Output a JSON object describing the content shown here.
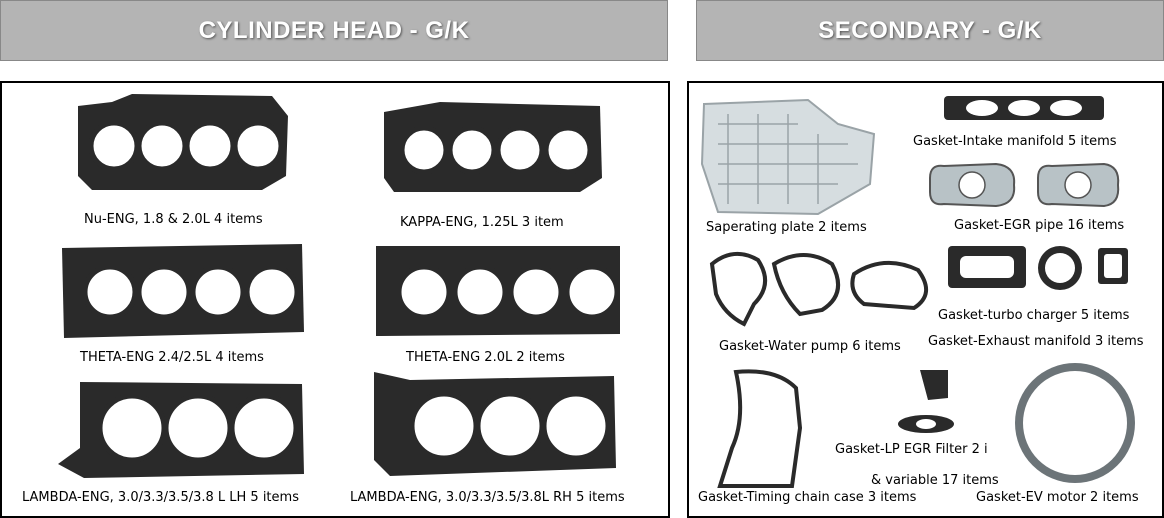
{
  "headers": {
    "left": "CYLINDER HEAD - G/K",
    "right": "SECONDARY - G/K"
  },
  "cylinder_head": [
    {
      "caption": "Nu-ENG,  1.8 & 2.0L  4 items",
      "bores": 4
    },
    {
      "caption": "KAPPA-ENG,  1.25L  3 item",
      "bores": 4
    },
    {
      "caption": "THETA-ENG 2.4/2.5L 4 items",
      "bores": 4
    },
    {
      "caption": "THETA-ENG 2.0L  2 items",
      "bores": 4
    },
    {
      "caption": "LAMBDA-ENG, 3.0/3.3/3.5/3.8 L LH  5 items",
      "bores": 3
    },
    {
      "caption": "LAMBDA-ENG, 3.0/3.3/3.5/3.8L RH 5 items",
      "bores": 3
    }
  ],
  "secondary": {
    "intake": "Gasket-Intake manifold  5 items",
    "egr_pipe": "Gasket-EGR pipe 16 items",
    "separating": "Saperating plate  2 items",
    "turbo": "Gasket-turbo charger  5 items",
    "water_pump": "Gasket-Water pump 6 items",
    "exhaust": "Gasket-Exhaust manifold 3 items",
    "lp_egr_1": "Gasket-LP EGR Filter 2 i",
    "lp_egr_2": "& variable 17 items",
    "timing": "Gasket-Timing chain case  3 items",
    "ev_motor": "Gasket-EV motor 2 items"
  }
}
